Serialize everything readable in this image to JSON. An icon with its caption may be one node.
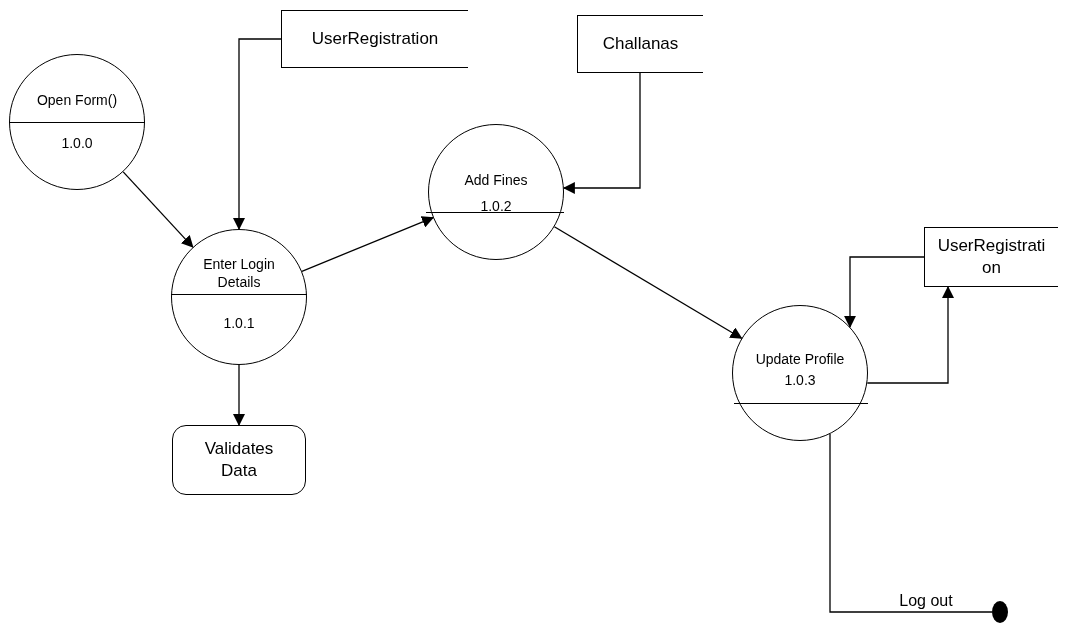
{
  "diagram": {
    "nodes": [
      {
        "text": [
          "Open Form()",
          "1.0.0"
        ]
      },
      {
        "text": [
          "UserRegistration"
        ]
      },
      {
        "text": [
          "Enter Login Details",
          "1.0.1"
        ]
      },
      {
        "text": [
          "Challanas"
        ]
      },
      {
        "text": [
          "Add Fines",
          "1.0.2"
        ]
      },
      {
        "text": [
          "Validates Data"
        ]
      },
      {
        "text": [
          "UserRegistrati on"
        ]
      },
      {
        "text": [
          "Update Profile",
          "1.0.3"
        ]
      },
      {
        "text": [],
        "shape": "circle"
      }
    ],
    "edges": [
      {
        "from": 0,
        "to": 2,
        "arrow": "to"
      },
      {
        "from": 1,
        "to": 2,
        "arrow": "to"
      },
      {
        "from": 2,
        "to": 4,
        "arrow": "to"
      },
      {
        "from": 3,
        "to": 4,
        "arrow": "to"
      },
      {
        "from": 2,
        "to": 5,
        "arrow": "to"
      },
      {
        "from": 4,
        "to": 7,
        "arrow": "to"
      },
      {
        "from": 6,
        "to": 7,
        "arrow": "to"
      },
      {
        "from": 7,
        "to": 6,
        "arrow": "to"
      },
      {
        "from": 7,
        "to": 8,
        "arrow": "none",
        "label": "Log out"
      }
    ]
  }
}
